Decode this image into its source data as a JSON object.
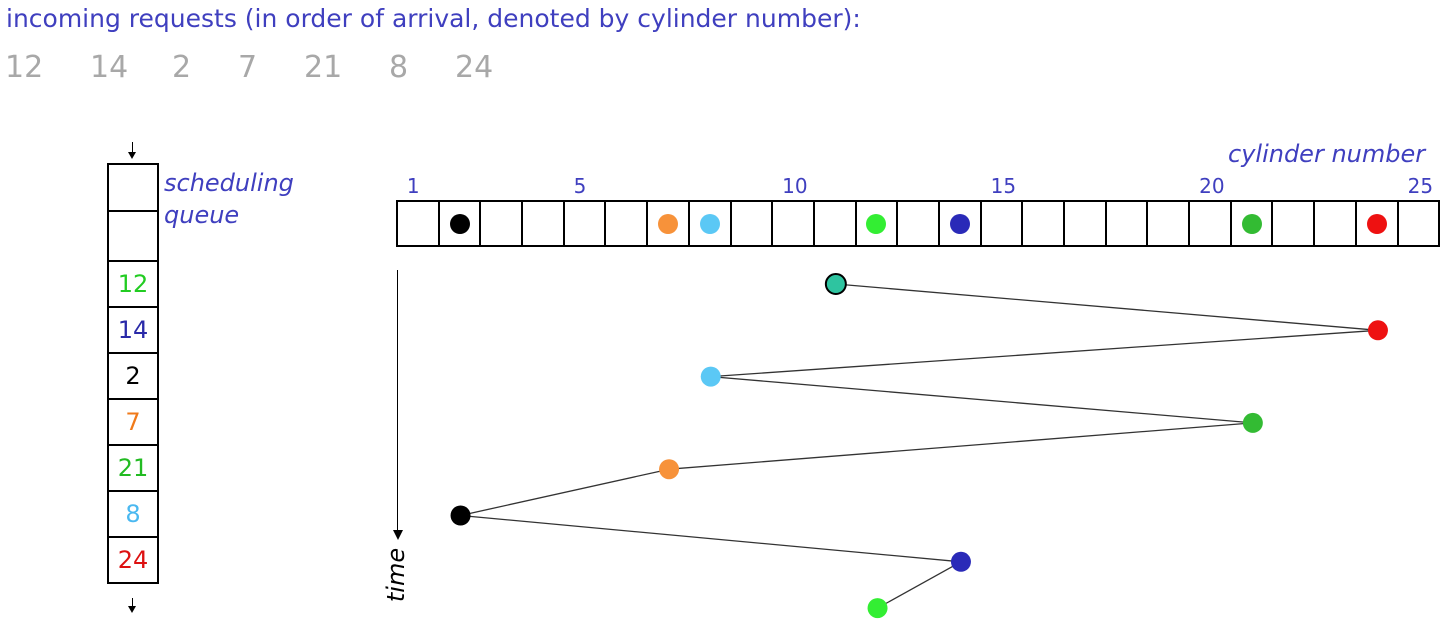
{
  "header": {
    "title": "incoming requests (in order of arrival, denoted by cylinder number):"
  },
  "requests": [
    "12",
    "14",
    "2",
    "7",
    "21",
    "8",
    "24"
  ],
  "queue": {
    "label_line1": "scheduling",
    "label_line2": "queue",
    "cells": [
      {
        "text": "",
        "color": "#000000"
      },
      {
        "text": "",
        "color": "#000000"
      },
      {
        "text": "12",
        "color": "#22cc22"
      },
      {
        "text": "14",
        "color": "#2a2aa8"
      },
      {
        "text": "2",
        "color": "#000000"
      },
      {
        "text": "7",
        "color": "#f07a1a"
      },
      {
        "text": "21",
        "color": "#22bb22"
      },
      {
        "text": "8",
        "color": "#4ab8f0"
      },
      {
        "text": "24",
        "color": "#dd1111"
      }
    ]
  },
  "cylinder_axis": {
    "label": "cylinder number",
    "ticks": [
      "1",
      "5",
      "10",
      "15",
      "20",
      "25"
    ],
    "cylinders": 25,
    "marked": [
      {
        "cyl": 2,
        "color": "#000000"
      },
      {
        "cyl": 7,
        "color": "#f7923a"
      },
      {
        "cyl": 8,
        "color": "#5bc8f5"
      },
      {
        "cyl": 12,
        "color": "#33ee33"
      },
      {
        "cyl": 14,
        "color": "#2a2ab8"
      },
      {
        "cyl": 21,
        "color": "#33bb33"
      },
      {
        "cyl": 24,
        "color": "#ee1111"
      }
    ]
  },
  "time_axis": {
    "label": "time"
  },
  "head_path": [
    {
      "cyl": 11,
      "color": "#2ec4a0",
      "outlined": true
    },
    {
      "cyl": 24,
      "color": "#ee1111"
    },
    {
      "cyl": 8,
      "color": "#5bc8f5"
    },
    {
      "cyl": 21,
      "color": "#33bb33"
    },
    {
      "cyl": 7,
      "color": "#f7923a"
    },
    {
      "cyl": 2,
      "color": "#000000"
    },
    {
      "cyl": 14,
      "color": "#2a2ab8"
    },
    {
      "cyl": 12,
      "color": "#33ee33"
    }
  ]
}
